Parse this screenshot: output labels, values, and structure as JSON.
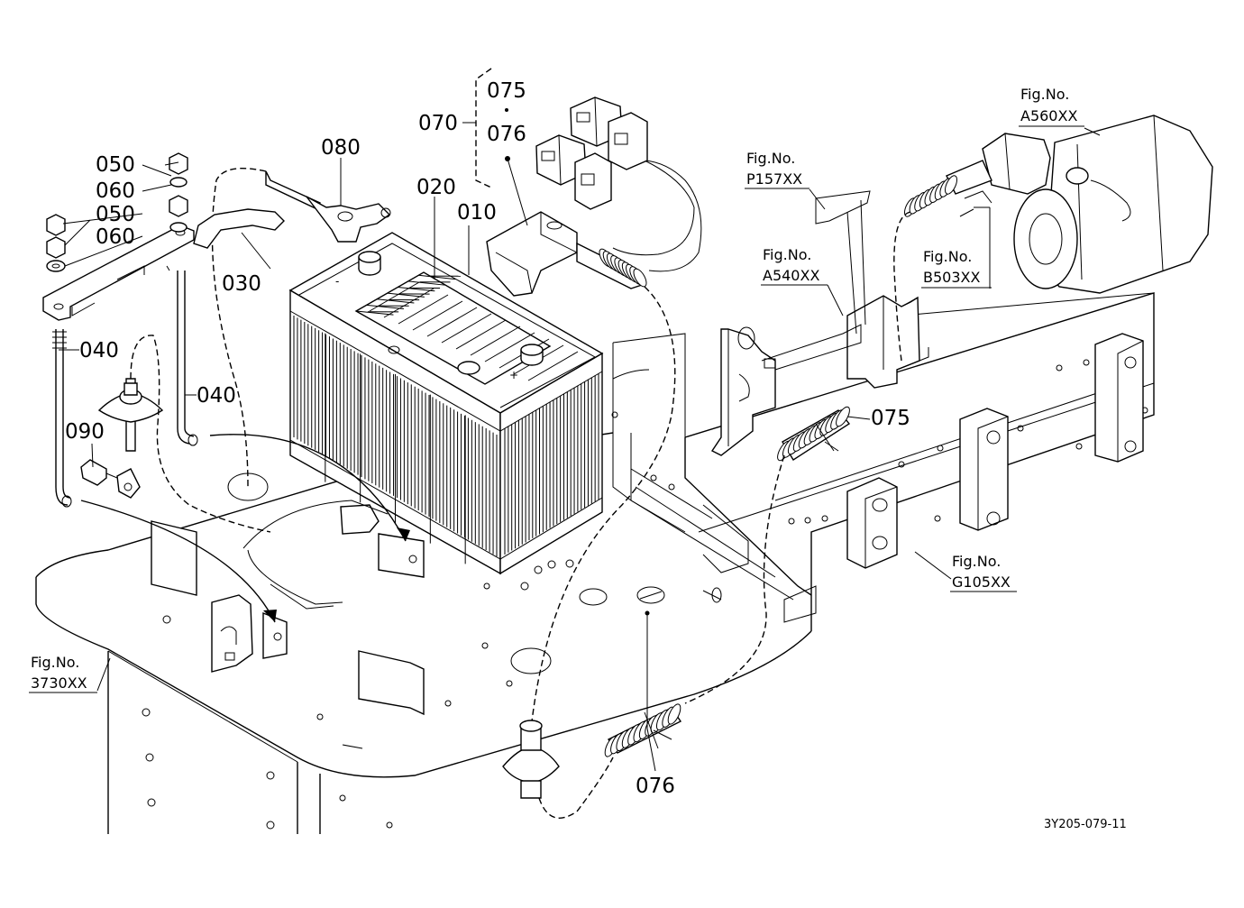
{
  "callouts": {
    "c010": "010",
    "c020": "020",
    "c030": "030",
    "c040a": "040",
    "c040b": "040",
    "c050a": "050",
    "c050b": "050",
    "c060a": "060",
    "c060b": "060",
    "c070": "070",
    "c075a": "075",
    "c076a": "076",
    "c075b": "075",
    "c076b": "076",
    "c080": "080",
    "c090": "090"
  },
  "figure_refs": {
    "p157": {
      "label": "Fig.No.",
      "number": "P157XX"
    },
    "a540": {
      "label": "Fig.No.",
      "number": "A540XX"
    },
    "b503": {
      "label": "Fig.No.",
      "number": "B503XX"
    },
    "a560": {
      "label": "Fig.No.",
      "number": "A560XX"
    },
    "g105": {
      "label": "Fig.No.",
      "number": "G105XX"
    },
    "f3730": {
      "label": "Fig.No.",
      "number": "3730XX"
    }
  },
  "terminal_signs": {
    "neg": "-",
    "pos": "+"
  },
  "drawing_code": "3Y205-079-11"
}
